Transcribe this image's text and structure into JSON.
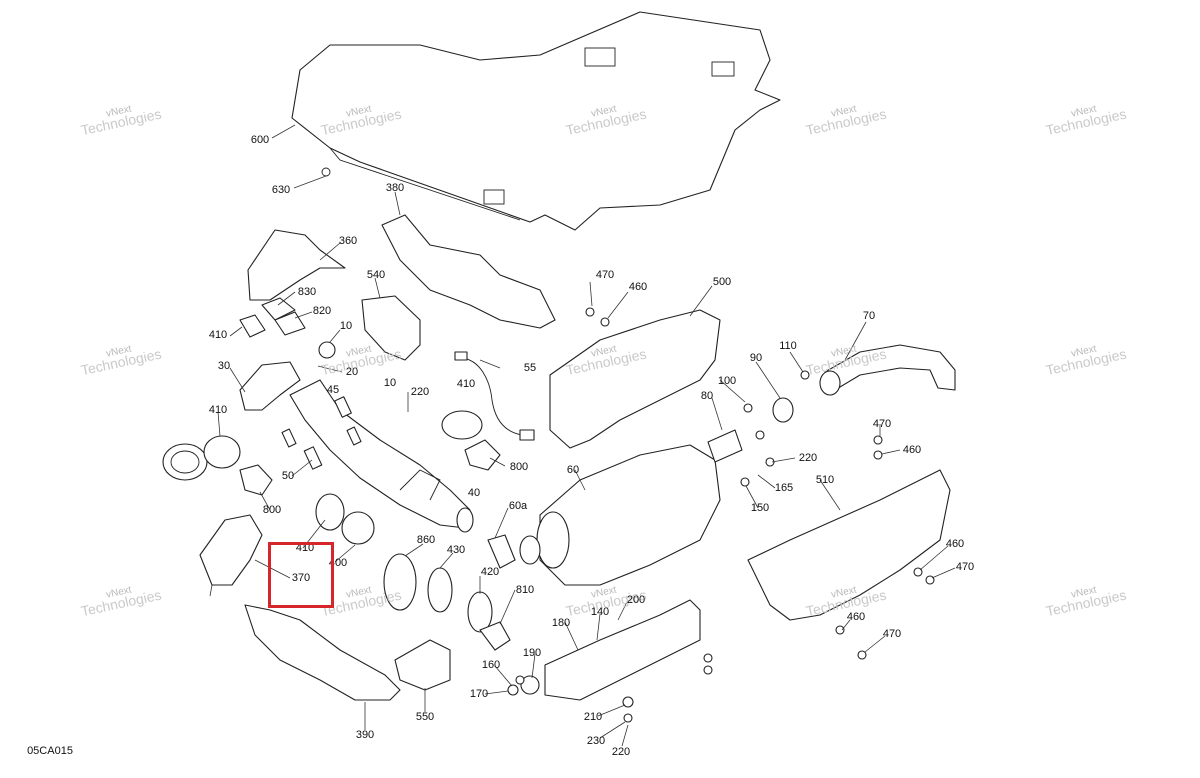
{
  "diagram_code": "05CA015",
  "watermark": {
    "line1": "vNext",
    "line2": "Technologies"
  },
  "highlight": {
    "color": "#d6262b"
  },
  "callouts": [
    "600",
    "630",
    "380",
    "360",
    "540",
    "830",
    "820",
    "410",
    "10",
    "30",
    "20",
    "45",
    "10",
    "220",
    "410",
    "55",
    "470",
    "460",
    "500",
    "70",
    "110",
    "90",
    "100",
    "80",
    "410",
    "50",
    "800",
    "40",
    "60",
    "220",
    "165",
    "150",
    "510",
    "470",
    "460",
    "800",
    "410",
    "370",
    "400",
    "860",
    "430",
    "60a",
    "420",
    "810",
    "200",
    "140",
    "180",
    "190",
    "160",
    "170",
    "210",
    "230",
    "220",
    "550",
    "390",
    "460",
    "470",
    "460",
    "470"
  ]
}
